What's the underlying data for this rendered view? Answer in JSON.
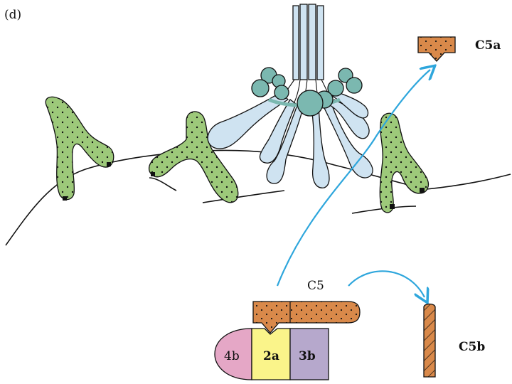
{
  "panel_label": "(d)",
  "labels": {
    "c5a": "C5a",
    "c5": "C5",
    "c5b": "C5b",
    "c4b": "4b",
    "c2a": "2a",
    "c3b": "3b"
  },
  "colors": {
    "antibody": "#9dc97a",
    "c1q_head": "#7bb8b0",
    "c1q_stalk": "#cfe3f1",
    "c5_fragment": "#d9894a",
    "c4b": "#e5a7c6",
    "c2a": "#faf48a",
    "c3b": "#b6a8cc",
    "arrow": "#2ea6dc"
  }
}
